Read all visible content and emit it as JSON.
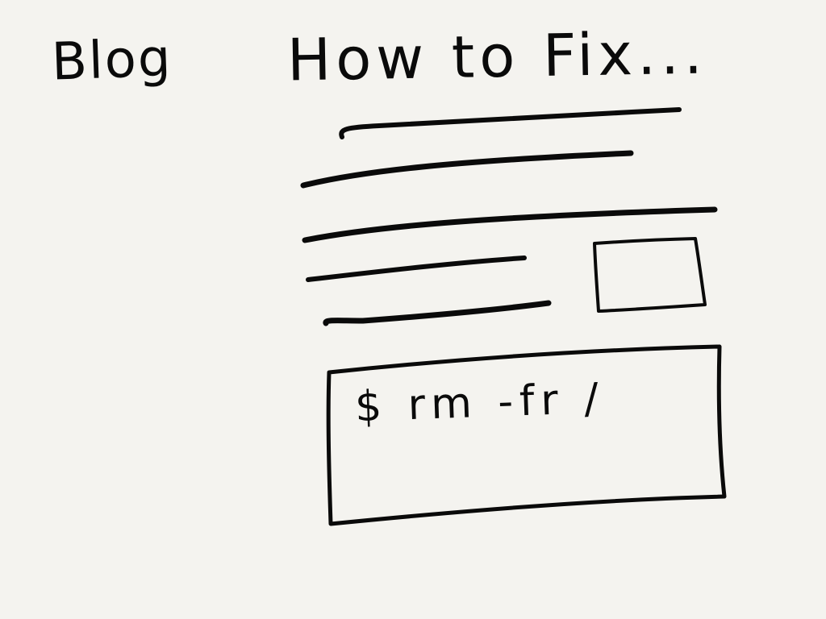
{
  "page": {
    "background_color": "#f4f3ef",
    "ink_color": "#0a0a0a"
  },
  "sidebar": {
    "blog_label": "Blog"
  },
  "post": {
    "title": "How to Fix...",
    "text_line_count": 5
  },
  "image_placeholder": {
    "icon": "image-placeholder-icon"
  },
  "code_block": {
    "command": "$ rm -fr /"
  }
}
